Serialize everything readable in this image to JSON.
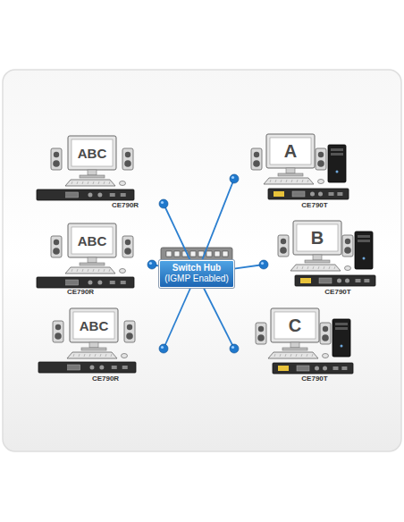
{
  "diagram": {
    "nodes": [
      {
        "text": [
          "ABC",
          "CE790R"
        ]
      },
      {
        "text": [
          "A",
          "CE790T"
        ]
      },
      {
        "text": [
          "ABC",
          "CE790R"
        ]
      },
      {
        "text": [
          "Switch Hub",
          "(IGMP Enabled)"
        ]
      },
      {
        "text": [
          "B",
          "CE790T"
        ]
      },
      {
        "text": [
          "ABC",
          "CE790R"
        ]
      },
      {
        "text": [
          "C",
          "CE790T"
        ]
      }
    ],
    "edges": [
      {
        "from": 3,
        "to": 0,
        "arrow": "none"
      },
      {
        "from": 3,
        "to": 1,
        "arrow": "none"
      },
      {
        "from": 3,
        "to": 2,
        "arrow": "none"
      },
      {
        "from": 3,
        "to": 4,
        "arrow": "none"
      },
      {
        "from": 3,
        "to": 5,
        "arrow": "none"
      },
      {
        "from": 3,
        "to": 6,
        "arrow": "none"
      }
    ]
  }
}
